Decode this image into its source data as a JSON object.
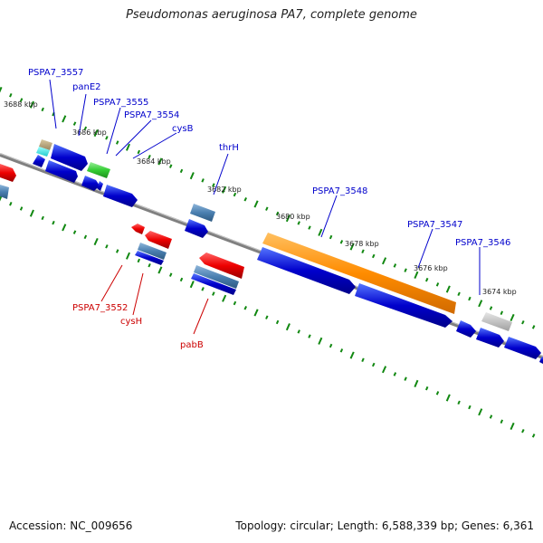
{
  "title": "Pseudomonas aeruginosa PA7, complete genome",
  "footer": {
    "accession": "Accession: NC_009656",
    "summary": "Topology: circular; Length: 6,588,339 bp; Genes: 6,361"
  },
  "colors": {
    "forward": "#0000cc",
    "reverse": "#cc0000",
    "tick": "#118811",
    "orange": "#ff8c00",
    "steel": "#4682b4",
    "green": "#33cc33",
    "cyan": "#33dddd",
    "gray": "#b8b8b8",
    "tan": "#b5a27a",
    "backbone": "#808080"
  },
  "scale_labels": [
    "3688 kbp",
    "3686 kbp",
    "3684 kbp",
    "3682 kbp",
    "3680 kbp",
    "3678 kbp",
    "3676 kbp",
    "3674 kbp"
  ],
  "labels": {
    "top": [
      "PSPA7_3557",
      "panE2",
      "PSPA7_3555",
      "PSPA7_3554",
      "cysB",
      "thrH",
      "PSPA7_3548",
      "PSPA7_3547",
      "PSPA7_3546"
    ],
    "bottom": [
      "PSPA7_3552",
      "cysH",
      "pabB"
    ]
  }
}
